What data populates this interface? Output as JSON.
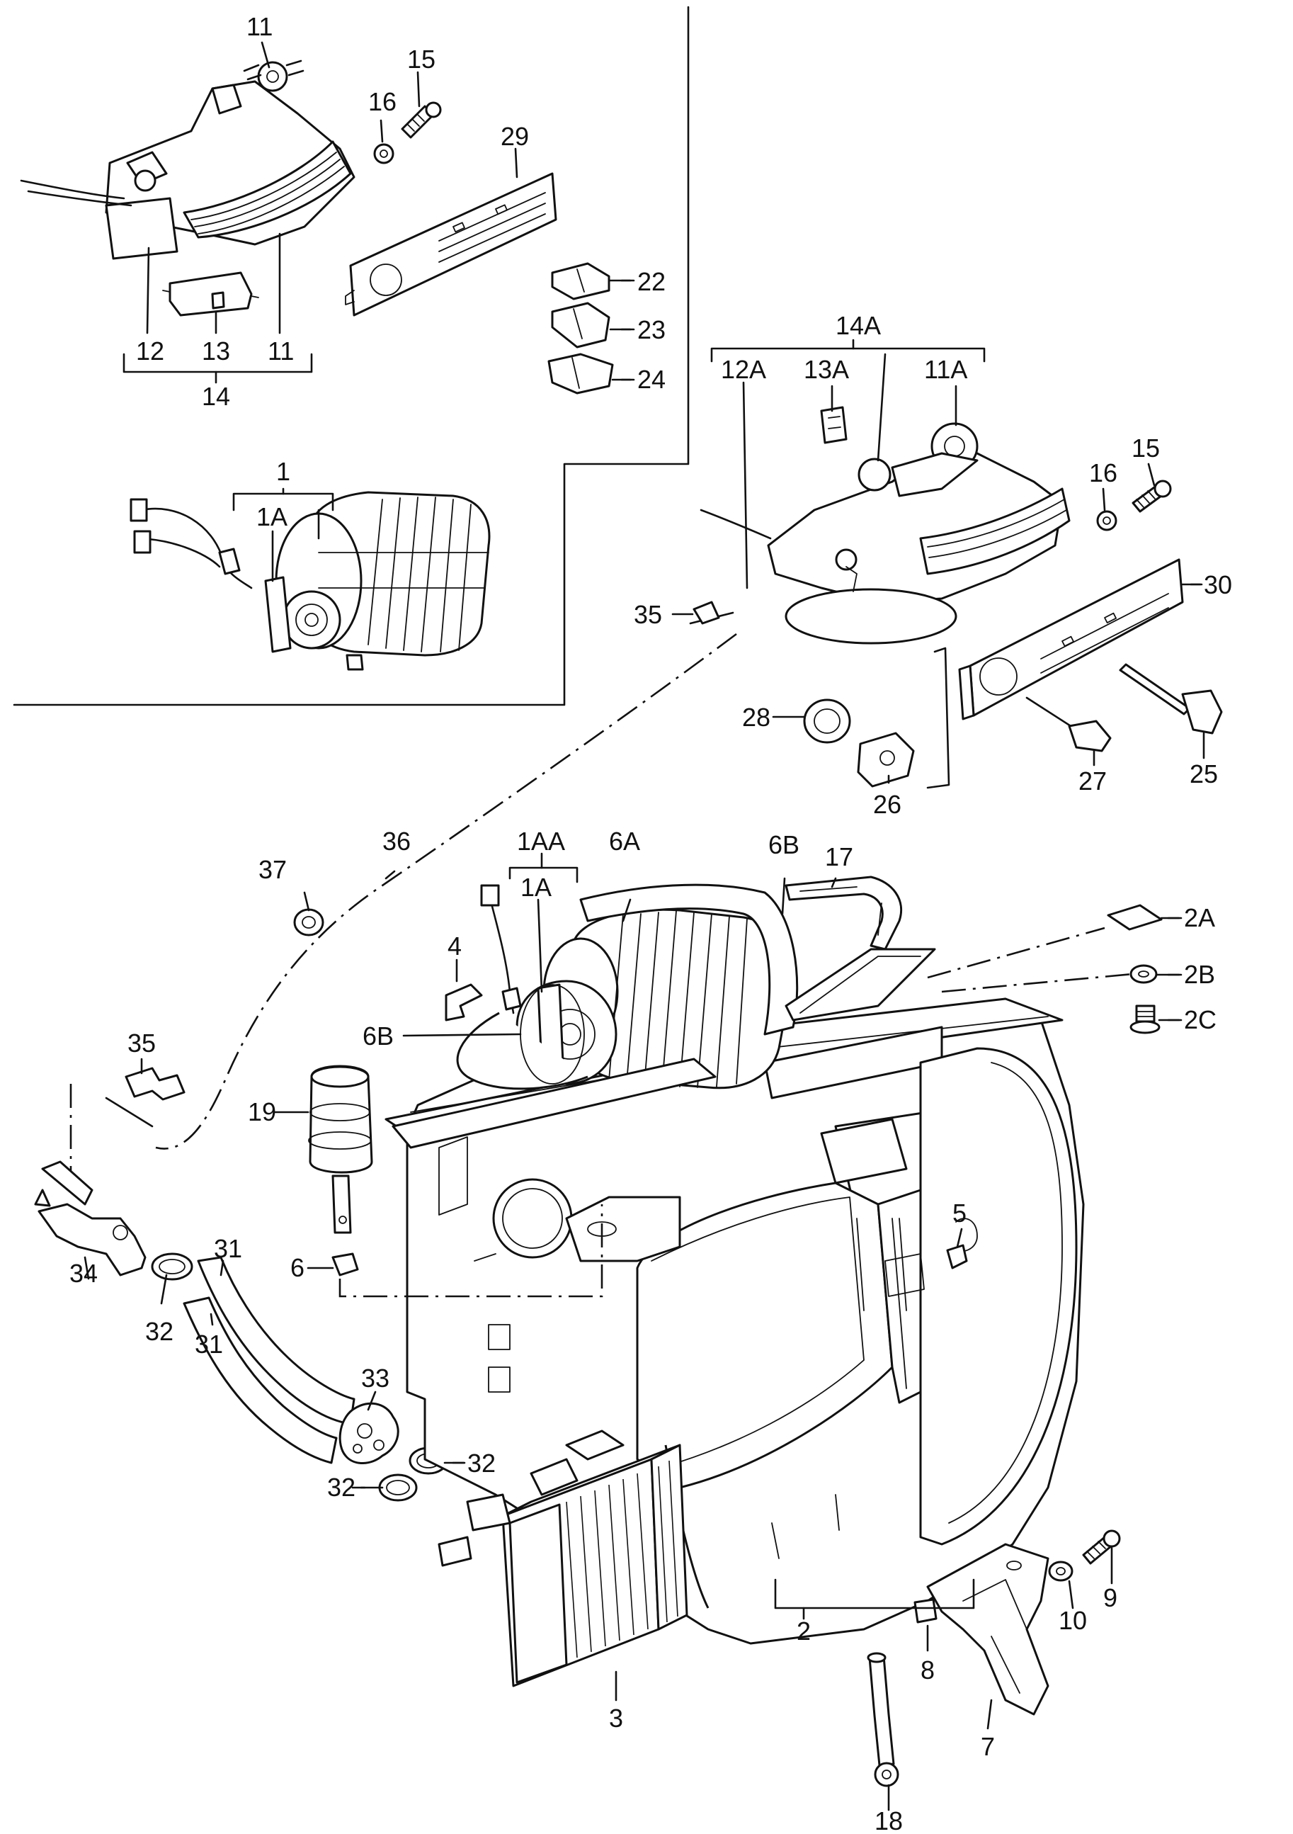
{
  "labels": {
    "l11a": "11",
    "l15a": "15",
    "l16a": "16",
    "l29": "29",
    "l12": "12",
    "l13": "13",
    "l11b": "11",
    "l14": "14",
    "l22": "22",
    "l23": "23",
    "l24": "24",
    "l1": "1",
    "l1A": "1A",
    "l14A": "14A",
    "l12A": "12A",
    "l13A": "13A",
    "l11A": "11A",
    "l16b": "16",
    "l15b": "15",
    "l30": "30",
    "l35a": "35",
    "l28": "28",
    "l26": "26",
    "l27": "27",
    "l25": "25",
    "l36": "36",
    "l37": "37",
    "l1AA": "1AA",
    "l1Ab": "1A",
    "l6A": "6A",
    "l6Ba": "6B",
    "l17": "17",
    "l2A": "2A",
    "l2B": "2B",
    "l2C": "2C",
    "l4": "4",
    "l6Bb": "6B",
    "l35b": "35",
    "l19": "19",
    "l5": "5",
    "l6": "6",
    "l34": "34",
    "l32a": "32",
    "l31a": "31",
    "l31b": "31",
    "l33": "33",
    "l32b": "32",
    "l32c": "32",
    "l9": "9",
    "l10": "10",
    "l2": "2",
    "l8": "8",
    "l7": "7",
    "l3": "3",
    "l18": "18"
  }
}
